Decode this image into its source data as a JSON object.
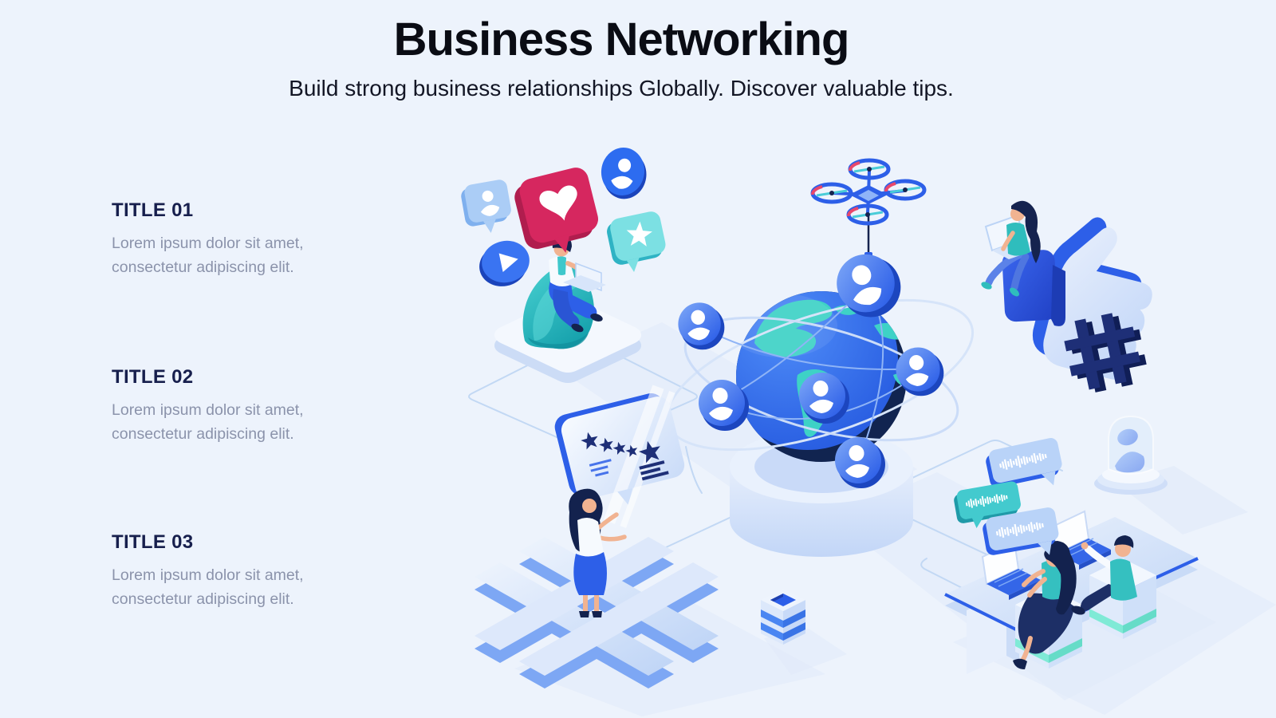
{
  "header": {
    "title": "Business Networking",
    "subtitle": "Build strong business relationships Globally. Discover valuable tips."
  },
  "features": [
    {
      "title": "TITLE 01",
      "description": "Lorem ipsum dolor sit amet, consectetur adipiscing elit."
    },
    {
      "title": "TITLE 02",
      "description": "Lorem ipsum dolor sit amet, consectetur adipiscing elit."
    },
    {
      "title": "TITLE 03",
      "description": "Lorem ipsum dolor sit amet, consectetur adipiscing elit."
    }
  ],
  "colors": {
    "background": "#edf3fc",
    "heading_text": "#0a0c14",
    "section_title": "#171f4d",
    "body_text": "#8b93ab",
    "primary_blue": "#2d5fe8",
    "light_blue": "#b9d3f8",
    "teal": "#3fc8cb",
    "crimson": "#d6275f",
    "navy": "#15234f"
  },
  "illustration": {
    "description": "Isometric business networking scene",
    "elements": [
      "man-on-beanbag-with-laptop",
      "social-media-bubbles",
      "globe-with-user-avatars",
      "delivery-drone",
      "woman-on-cube-with-laptop",
      "thumbs-up",
      "hashtag",
      "rating-speech-bubble",
      "woman-on-hashtag-platform",
      "voice-message-bubbles",
      "coworkers-at-desk",
      "user-dome",
      "database-stack"
    ]
  }
}
